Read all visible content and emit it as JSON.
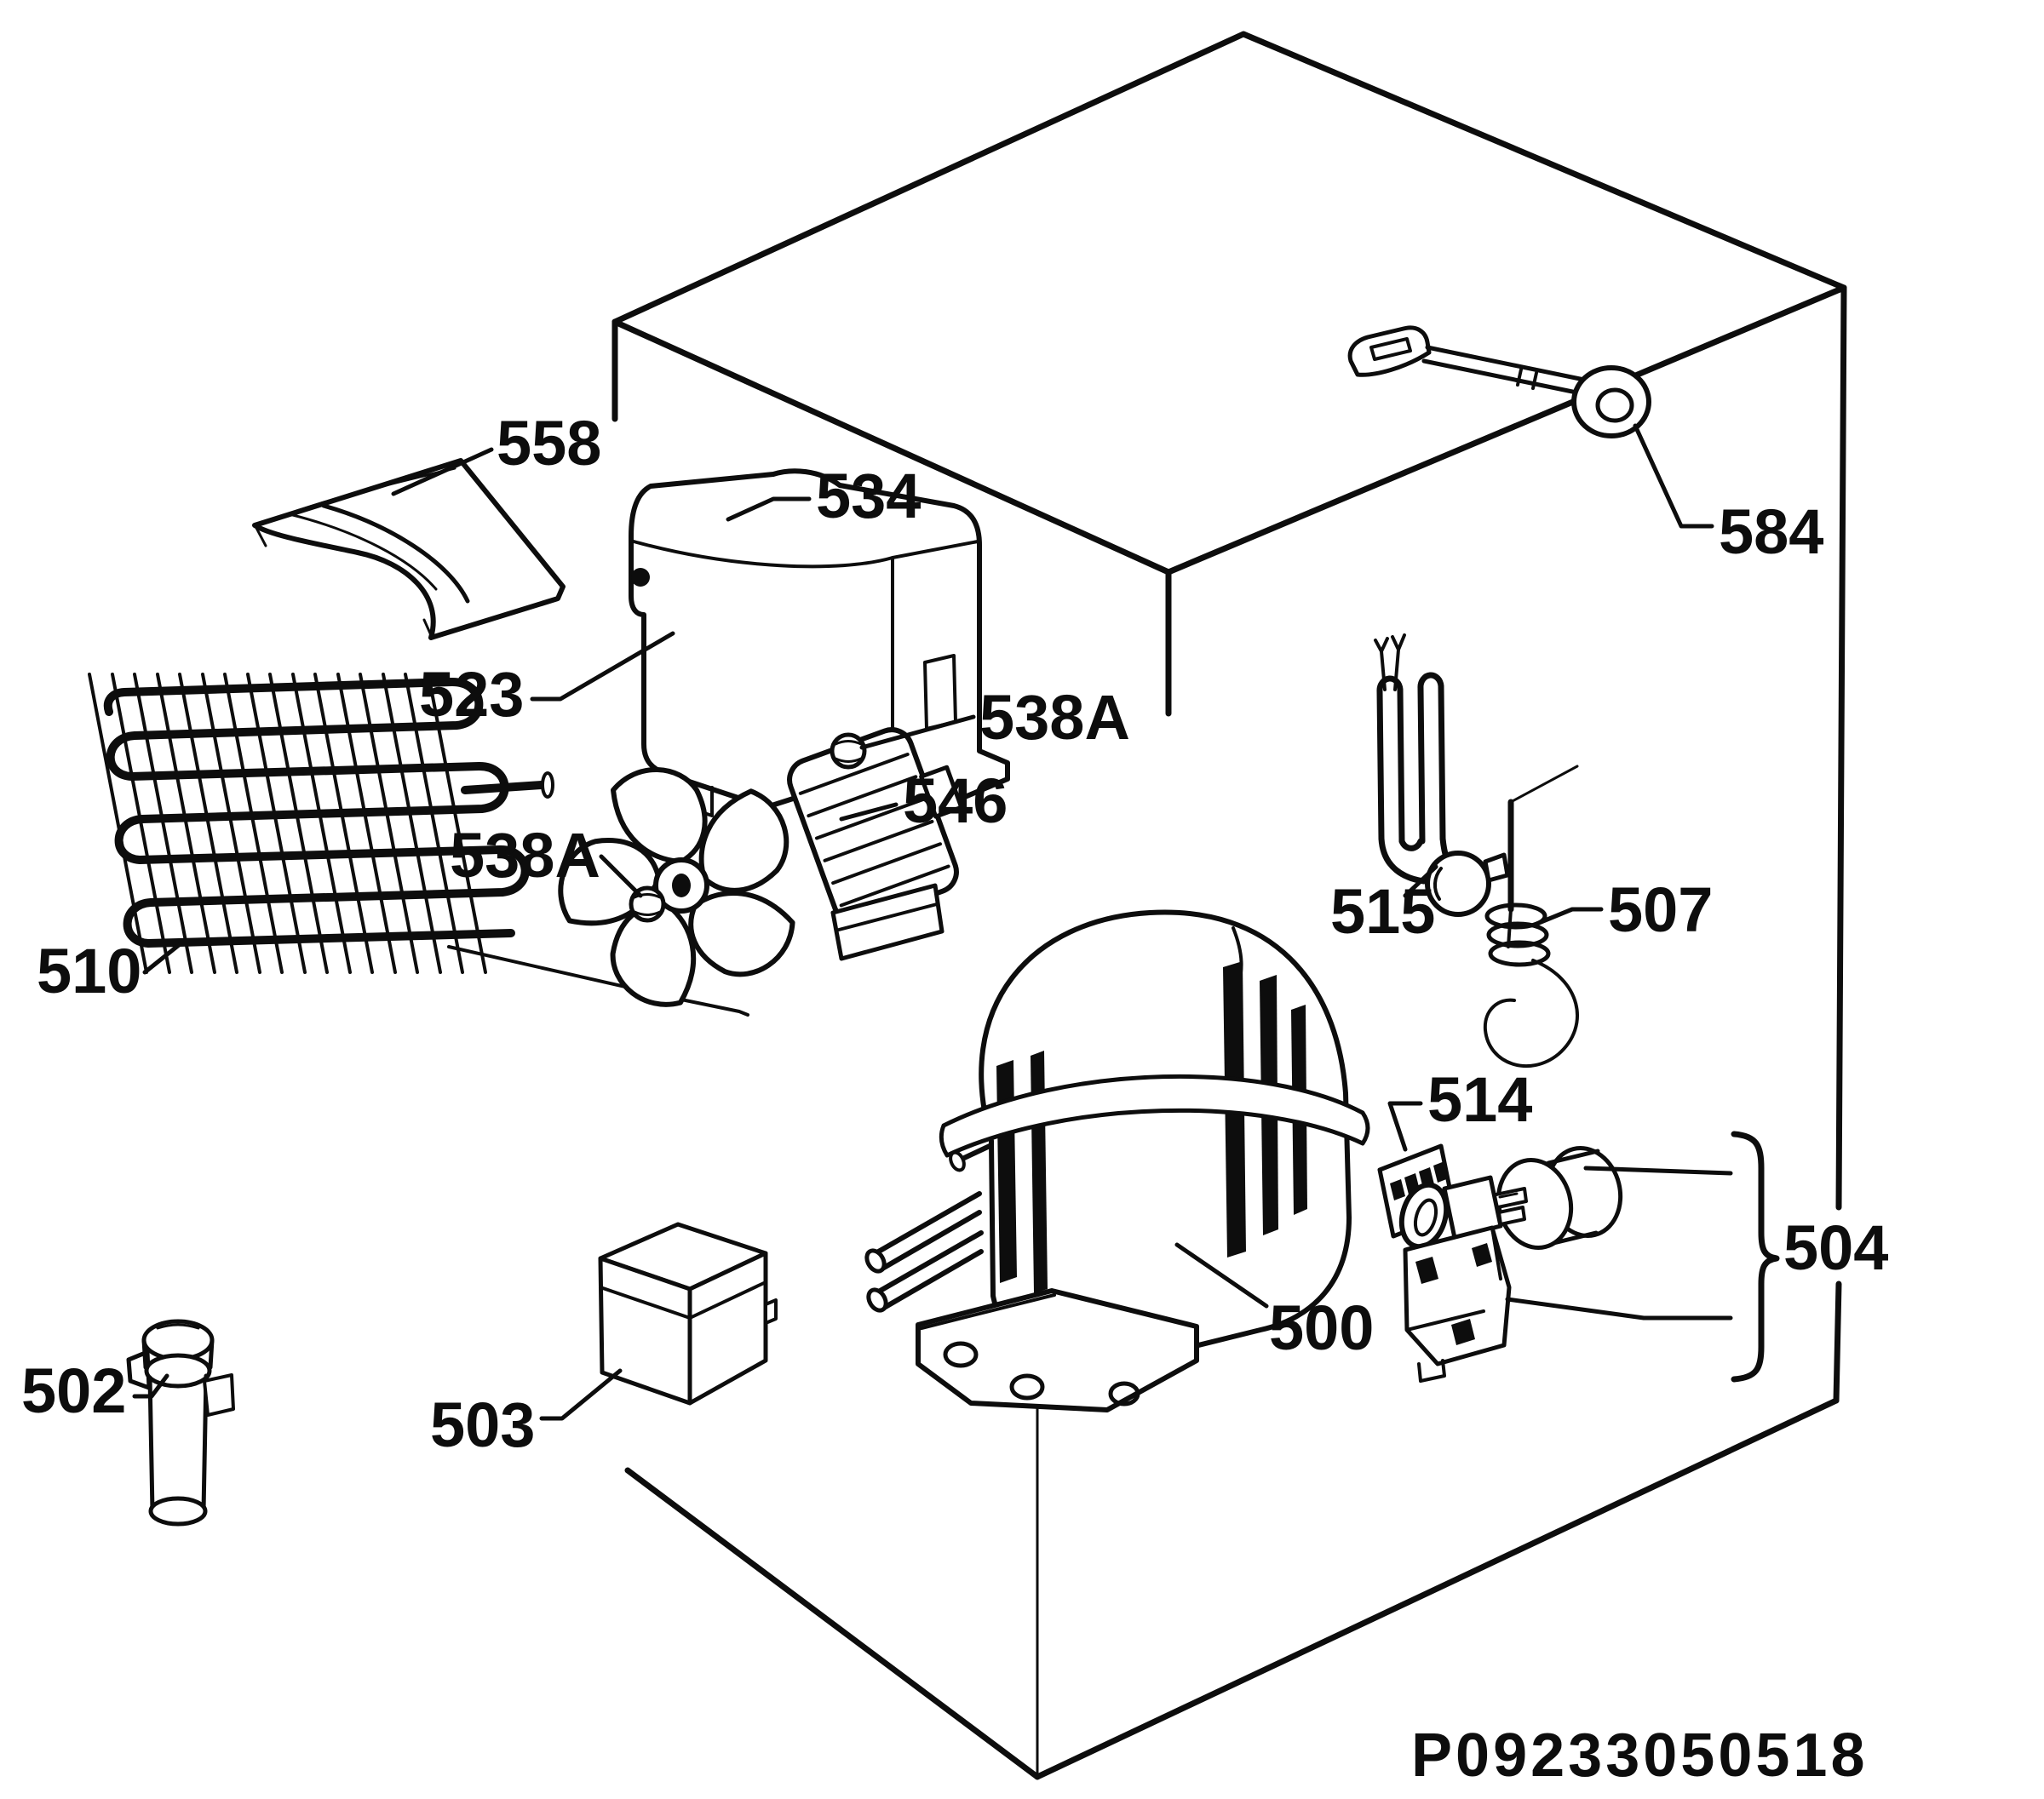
{
  "canvas": {
    "background": "#ffffff",
    "ink_color": "#0d0d0d",
    "code": "P09233050518"
  },
  "parts": [
    {
      "id": "558",
      "label": "558",
      "name": "air-deflector-duct"
    },
    {
      "id": "534",
      "label": "534",
      "name": "starter-device-cover"
    },
    {
      "id": "523",
      "label": "523",
      "name": "compressor-cover-base"
    },
    {
      "id": "538A-upper",
      "label": "538A",
      "name": "rubber-grommet-upper"
    },
    {
      "id": "546",
      "label": "546",
      "name": "condenser-fan-with-motor"
    },
    {
      "id": "538A-lower",
      "label": "538A",
      "name": "rubber-grommet-lower"
    },
    {
      "id": "510",
      "label": "510",
      "name": "condenser-coil"
    },
    {
      "id": "584",
      "label": "584",
      "name": "lever-arm"
    },
    {
      "id": "515",
      "label": "515",
      "name": "defrost-heater-loop"
    },
    {
      "id": "507",
      "label": "507",
      "name": "thermostat-probe"
    },
    {
      "id": "514",
      "label": "514",
      "name": "terminal-connector-block"
    },
    {
      "id": "500",
      "label": "500",
      "name": "compressor"
    },
    {
      "id": "504",
      "label": "504",
      "name": "starter-relay-capacitor-kit"
    },
    {
      "id": "502",
      "label": "502",
      "name": "filter-drier"
    },
    {
      "id": "503",
      "label": "503",
      "name": "electronic-control-box"
    }
  ]
}
